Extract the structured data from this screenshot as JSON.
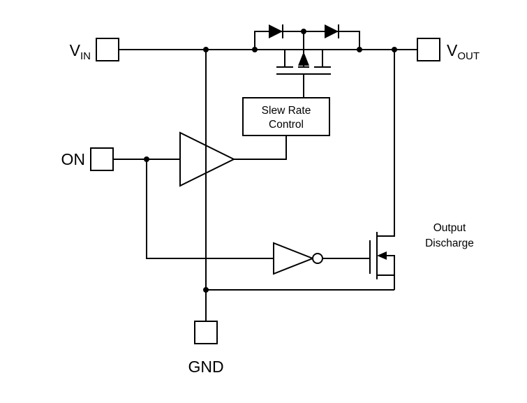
{
  "colors": {
    "background": "#ffffff",
    "ink": "#000000"
  },
  "pins": {
    "vin": {
      "main": "V",
      "sub": "IN"
    },
    "vout": {
      "main": "V",
      "sub": "OUT"
    },
    "on": {
      "label": "ON"
    },
    "gnd": {
      "label": "GND"
    }
  },
  "blocks": {
    "slew_rate_control": {
      "line1": "Slew Rate",
      "line2": "Control"
    }
  },
  "labels": {
    "output_discharge": {
      "line1": "Output",
      "line2": "Discharge"
    }
  }
}
